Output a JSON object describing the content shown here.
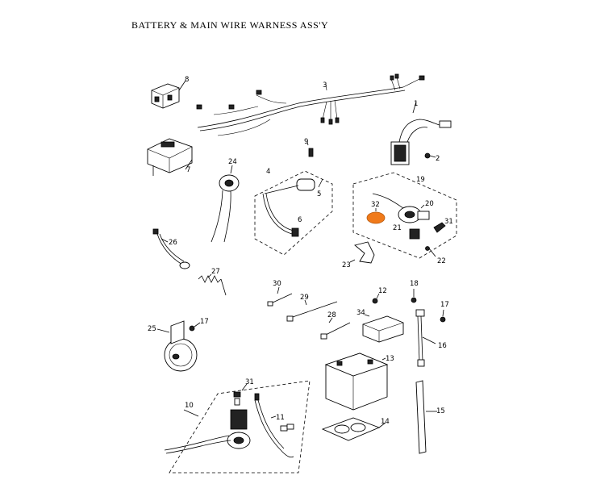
{
  "title": "BATTERY & MAIN WIRE WARNESS ASS'Y",
  "highlight_color": "#f07a1a",
  "parts": [
    {
      "id": "1",
      "label": "1"
    },
    {
      "id": "2",
      "label": "2"
    },
    {
      "id": "3",
      "label": "3"
    },
    {
      "id": "4",
      "label": "4"
    },
    {
      "id": "5",
      "label": "5"
    },
    {
      "id": "6",
      "label": "6"
    },
    {
      "id": "7",
      "label": "7"
    },
    {
      "id": "8",
      "label": "8"
    },
    {
      "id": "9",
      "label": "9"
    },
    {
      "id": "10",
      "label": "10"
    },
    {
      "id": "11",
      "label": "11"
    },
    {
      "id": "12",
      "label": "12"
    },
    {
      "id": "13",
      "label": "13"
    },
    {
      "id": "14",
      "label": "14"
    },
    {
      "id": "15",
      "label": "15"
    },
    {
      "id": "16",
      "label": "16"
    },
    {
      "id": "17a",
      "label": "17"
    },
    {
      "id": "17b",
      "label": "17"
    },
    {
      "id": "18",
      "label": "18"
    },
    {
      "id": "19",
      "label": "19"
    },
    {
      "id": "20",
      "label": "20"
    },
    {
      "id": "21",
      "label": "21"
    },
    {
      "id": "22",
      "label": "22"
    },
    {
      "id": "23",
      "label": "23"
    },
    {
      "id": "24",
      "label": "24"
    },
    {
      "id": "25",
      "label": "25"
    },
    {
      "id": "26",
      "label": "26"
    },
    {
      "id": "27",
      "label": "27"
    },
    {
      "id": "28",
      "label": "28"
    },
    {
      "id": "29",
      "label": "29"
    },
    {
      "id": "30",
      "label": "30"
    },
    {
      "id": "31a",
      "label": "31"
    },
    {
      "id": "31b",
      "label": "31"
    },
    {
      "id": "32",
      "label": "32"
    },
    {
      "id": "34",
      "label": "34"
    }
  ]
}
